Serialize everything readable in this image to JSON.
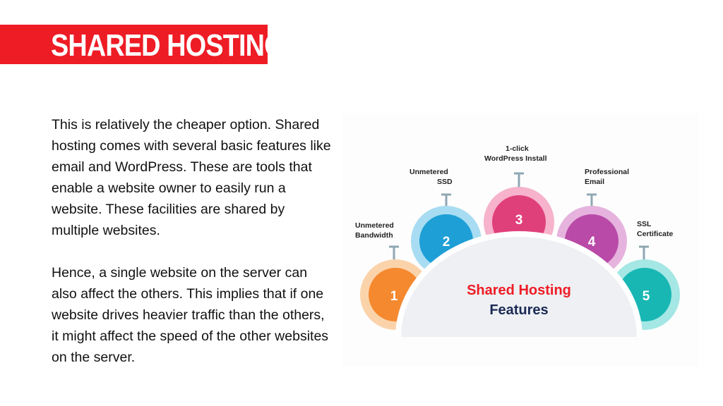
{
  "title": "SHARED HOSTING",
  "body": {
    "paragraph1": "This is relatively the cheaper option. Shared hosting comes with several basic features like email and WordPress. These are tools that enable a website owner to easily run a website. These facilities are shared by multiple websites.",
    "paragraph2": "Hence, a single website on the server can also affect the others. This implies that if one website drives heavier traffic than the others, it might affect the speed of the other websites on the server."
  },
  "infographic": {
    "center_line1": "Shared Hosting",
    "center_line2": "Features",
    "features": [
      {
        "number": "1",
        "label1": "Unmetered",
        "label2": "Bandwidth",
        "color": "#f5892f",
        "ring": "#fbd3aa"
      },
      {
        "number": "2",
        "label1": "Unmetered",
        "label2": "SSD",
        "color": "#1e9fd6",
        "ring": "#a8dcf2"
      },
      {
        "number": "3",
        "label1": "1-click",
        "label2": "WordPress Install",
        "color": "#e0407a",
        "ring": "#f6b3cb"
      },
      {
        "number": "4",
        "label1": "Professional",
        "label2": "Email",
        "color": "#b94aa8",
        "ring": "#e6b3de"
      },
      {
        "number": "5",
        "label1": "SSL",
        "label2": "Certificate",
        "color": "#18b7b4",
        "ring": "#a4e7e4"
      }
    ]
  },
  "colors": {
    "accent": "#ee1c25",
    "navy": "#1b2a55",
    "connector": "#8fa7b3"
  }
}
